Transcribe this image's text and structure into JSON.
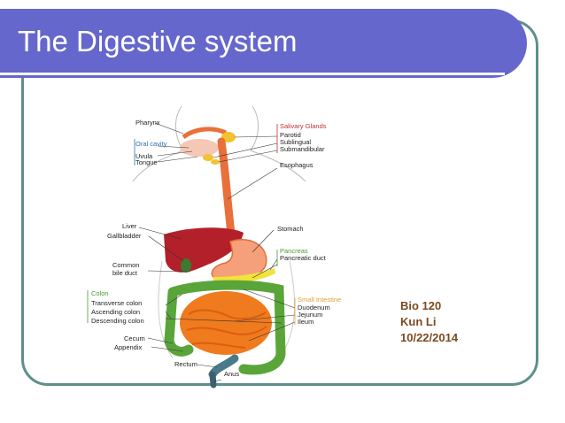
{
  "slide": {
    "title": "The Digestive system",
    "caption": {
      "course": "Bio 120",
      "author": "Kun Li",
      "date": "10/22/2014"
    }
  },
  "diagram": {
    "left_labels": {
      "pharynx": "Pharynx",
      "oral_cavity": "Oral cavity",
      "uvula": "Uvula",
      "tongue": "Tongue",
      "liver": "Liver",
      "gallbladder": "Gallbladder",
      "common_bile_duct_1": "Common",
      "common_bile_duct_2": "bile duct",
      "colon": "Colon",
      "transverse_colon": "Transverse colon",
      "ascending_colon": "Ascending colon",
      "descending_colon": "Descending colon",
      "cecum": "Cecum",
      "appendix": "Appendix",
      "rectum": "Rectum",
      "anus": "Anus"
    },
    "right_labels": {
      "salivary_glands": "Salivary Glands",
      "parotid": "Parotid",
      "sublingual": "Sublingual",
      "submandibular": "Submandibular",
      "esophagus": "Esophagus",
      "stomach": "Stomach",
      "pancreas": "Pancreas",
      "pancreatic_duct": "Pancreatic duct",
      "small_intestine": "Small Intestine",
      "duodenum": "Duodenum",
      "jejunum": "Jejunum",
      "ileum": "Ileum"
    }
  },
  "colors": {
    "title_bar": "#6667cc",
    "frame": "#5f8f8c",
    "esophagus": "#e8703a",
    "liver": "#b3202a",
    "colon": "#5aa53a",
    "small_intestine": "#f07a1e",
    "pancreas": "#f2e23a",
    "caption": "#7a4a20"
  }
}
